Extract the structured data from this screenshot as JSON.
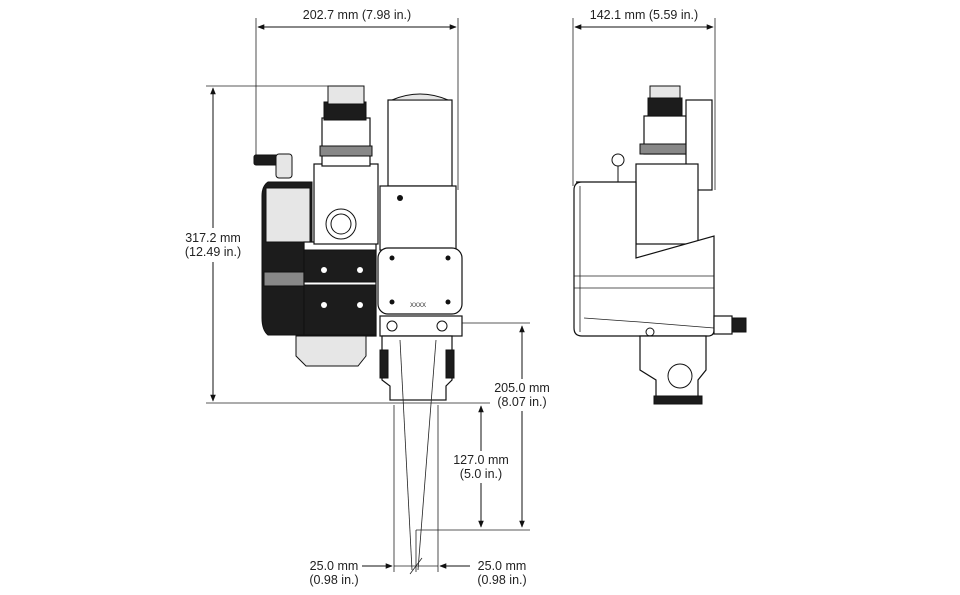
{
  "dimensions": {
    "overall_width": {
      "mm": "202.7 mm",
      "inches": "(7.98 in.)"
    },
    "side_width": {
      "mm": "142.1 mm",
      "inches": "(5.59 in.)"
    },
    "overall_height": {
      "mm": "317.2 mm",
      "inches": "(12.49 in.)"
    },
    "nozzle_to_surface": {
      "mm": "205.0 mm",
      "inches": "(8.07 in.)"
    },
    "focal_length": {
      "mm": "127.0 mm",
      "inches": "(5.0 in.)"
    },
    "beam_left": {
      "mm": "25.0 mm",
      "inches": "(0.98 in.)"
    },
    "beam_right": {
      "mm": "25.0 mm",
      "inches": "(0.98 in.)"
    }
  },
  "labels": {
    "module_plate": "XXXX"
  },
  "colors": {
    "line": "#111111",
    "body_dark": "#1c1c1c",
    "body_mid": "#888888",
    "background": "#ffffff"
  }
}
